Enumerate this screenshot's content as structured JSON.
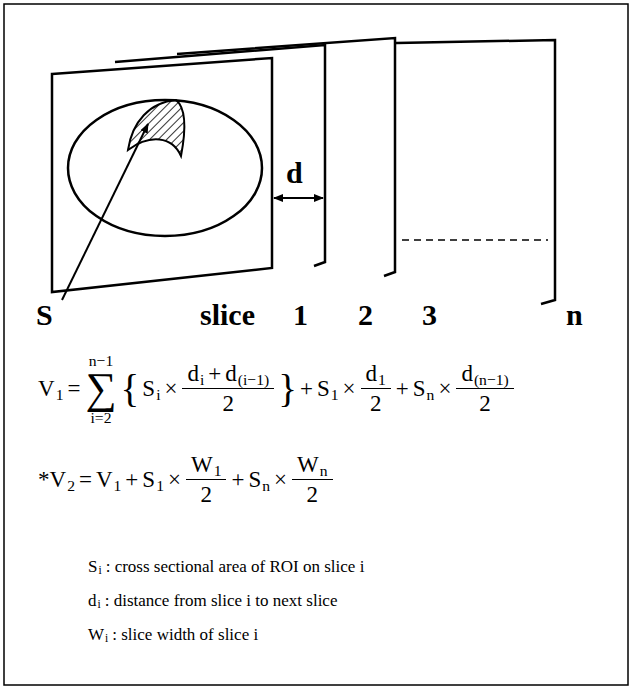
{
  "diagram": {
    "labels": [
      "S",
      "d",
      "slice",
      "1",
      "2",
      "3",
      "n",
      "V",
      "1",
      "=",
      "n−1",
      "∑",
      "i=2",
      "{",
      "S",
      "i",
      "×",
      "d",
      "i",
      "+",
      "d",
      "(i−1)",
      "2",
      "}",
      "+",
      "S",
      "1",
      "×",
      "d",
      "1",
      "2",
      "+",
      "S",
      "n",
      "×",
      "d",
      "(n−1)",
      "2",
      "*V",
      "2",
      "=",
      "V",
      "1",
      "+",
      "S",
      "1",
      "×",
      "W",
      "1",
      "2",
      "+",
      "S",
      "n",
      "×",
      "W",
      "n",
      "2",
      "S",
      "i",
      ": cross sectional area of ROI on slice i",
      "d",
      "i",
      ": distance from slice i to next slice",
      "W",
      "i",
      ": slice width of slice i"
    ]
  }
}
